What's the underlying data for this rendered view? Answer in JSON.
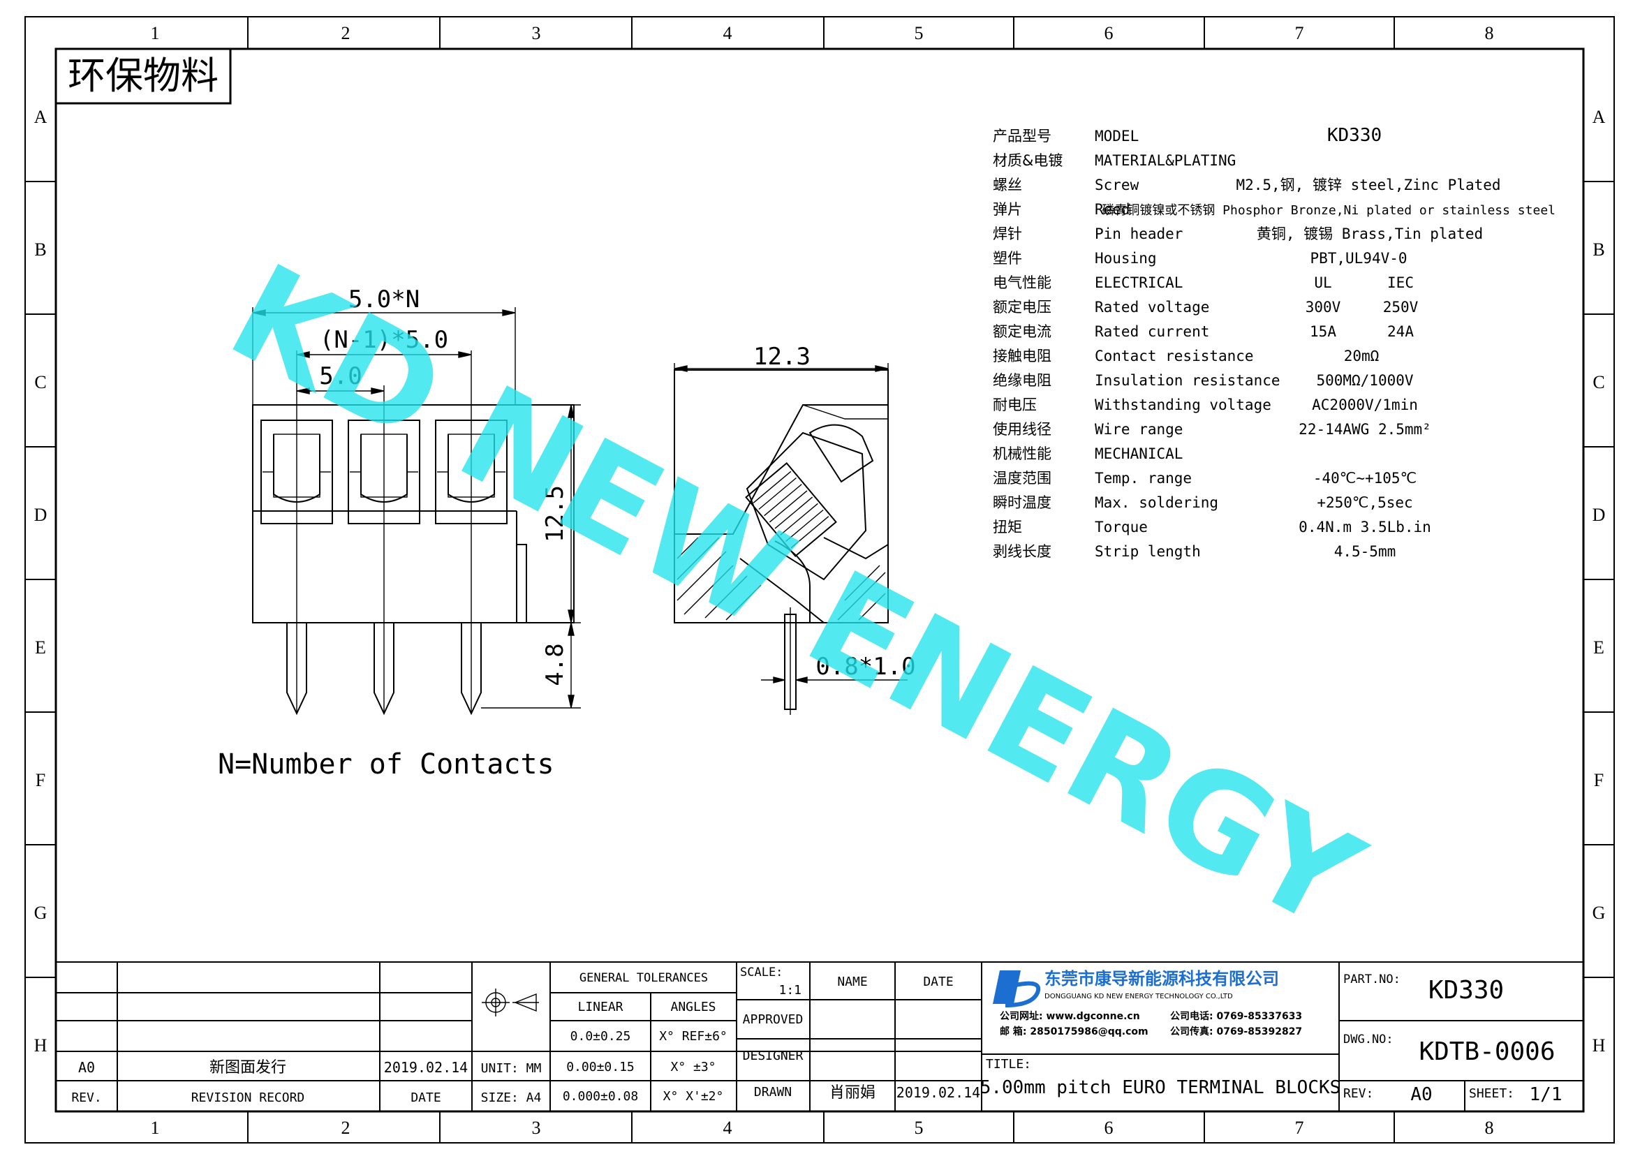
{
  "zones": {
    "columns": [
      "1",
      "2",
      "3",
      "4",
      "5",
      "6",
      "7",
      "8"
    ],
    "rows": [
      "A",
      "B",
      "C",
      "D",
      "E",
      "F",
      "G",
      "H"
    ]
  },
  "eco_label": "环保物料",
  "watermark": "KD NEW ENERGY",
  "dimensions": {
    "front_total": "5.0*N",
    "front_span": "(N-1)*5.0",
    "front_pitch": "5.0",
    "front_height": "12.5",
    "pin_length": "4.8",
    "side_width": "12.3",
    "pin_section": "0.8*1.0"
  },
  "note": "N=Number of Contacts",
  "specs": [
    {
      "cn": "产品型号",
      "en": "MODEL",
      "val": "KD330"
    },
    {
      "cn": "材质&电镀",
      "en": "MATERIAL&PLATING",
      "val": ""
    },
    {
      "cn": "螺丝",
      "en": "Screw",
      "val": "M2.5,钢, 镀锌 steel,Zinc Plated"
    },
    {
      "cn": "弹片",
      "en": "Reed",
      "val": "磷青铜镀镍或不锈钢 Phosphor Bronze,Ni plated or stainless steel"
    },
    {
      "cn": "焊针",
      "en": "Pin header",
      "val": "黄铜, 镀锡 Brass,Tin plated"
    },
    {
      "cn": "塑件",
      "en": "Housing",
      "val": "PBT,UL94V-0"
    },
    {
      "cn": "电气性能",
      "en": "ELECTRICAL",
      "val": "UL",
      "val2": "IEC"
    },
    {
      "cn": "额定电压",
      "en": "Rated voltage",
      "val": "300V",
      "val2": "250V"
    },
    {
      "cn": "额定电流",
      "en": "Rated current",
      "val": "15A",
      "val2": "24A"
    },
    {
      "cn": "接触电阻",
      "en": "Contact resistance",
      "val": "20mΩ"
    },
    {
      "cn": "绝缘电阻",
      "en": "Insulation resistance",
      "val": "500MΩ/1000V"
    },
    {
      "cn": "耐电压",
      "en": "Withstanding voltage",
      "val": "AC2000V/1min"
    },
    {
      "cn": "使用线径",
      "en": "Wire range",
      "val": "22-14AWG 2.5mm²"
    },
    {
      "cn": "机械性能",
      "en": "MECHANICAL",
      "val": ""
    },
    {
      "cn": "温度范围",
      "en": "Temp. range",
      "val": "-40℃~+105℃"
    },
    {
      "cn": "瞬时温度",
      "en": "Max. soldering",
      "val": "+250℃,5sec"
    },
    {
      "cn": "扭矩",
      "en": "Torque",
      "val": "0.4N.m 3.5Lb.in"
    },
    {
      "cn": "剥线长度",
      "en": "Strip length",
      "val": "4.5-5mm"
    }
  ],
  "title_block": {
    "rev_row": {
      "rev": "A0",
      "record": "新图面发行",
      "date": "2019.02.14"
    },
    "rev_header": {
      "rev": "REV.",
      "record": "REVISION RECORD",
      "date": "DATE"
    },
    "unit": "UNIT: MM",
    "size": "SIZE: A4",
    "general_tolerances": "GENERAL TOLERANCES",
    "linear": "LINEAR",
    "angles": "ANGLES",
    "tol_linear": [
      "0.0±0.25",
      "0.00±0.15",
      "0.000±0.08"
    ],
    "tol_angles": [
      "X° REF±6°",
      "X° ±3°",
      "X° X'±2°"
    ],
    "scale_label": "SCALE:",
    "scale_value": "1:1",
    "name_label": "NAME",
    "date_label": "DATE",
    "approved": "APPROVED",
    "designer": "DESIGNER",
    "drawn": "DRAWN",
    "drawn_name": "肖丽娟",
    "drawn_date": "2019.02.14",
    "company_cn": "东莞市康导新能源科技有限公司",
    "company_en": "DONGGUANG KD NEW ENERGY TECHNOLOGY CO.,LTD",
    "website": "公司网址: www.dgconne.cn",
    "phone": "公司电话: 0769-85337633",
    "email": "邮    箱: 2850175986@qq.com",
    "fax": "公司传真: 0769-85392827",
    "title_label": "TITLE:",
    "title": "5.00mm pitch EURO TERMINAL BLOCKS",
    "part_no_label": "PART.NO:",
    "part_no": "KD330",
    "dwg_no_label": "DWG.NO:",
    "dwg_no": "KDTB-0006",
    "rev_label": "REV:",
    "rev": "A0",
    "sheet_label": "SHEET:",
    "sheet": "1/1"
  },
  "colors": {
    "watermark": "#22e3ec",
    "logo": "#1c6fd0",
    "line": "#000000"
  }
}
